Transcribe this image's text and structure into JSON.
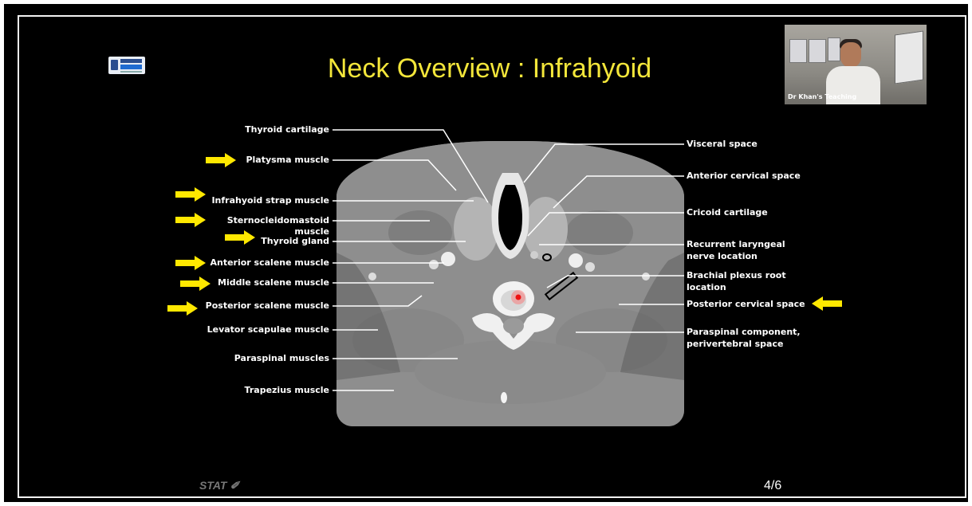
{
  "slide": {
    "title": "Neck Overview : Infrahyoid",
    "page_indicator": "4/6",
    "footer_brand": "STAT"
  },
  "webcam": {
    "caption": "Dr Khan's Teaching"
  },
  "labels_left": [
    {
      "id": "thyroid-cartilage",
      "text": "Thyroid cartilage"
    },
    {
      "id": "platysma",
      "text": "Platysma muscle"
    },
    {
      "id": "infrahyoid-strap",
      "text": "Infrahyoid strap muscle"
    },
    {
      "id": "sternocleidomastoid",
      "text": "Sternocleidomastoid"
    },
    {
      "id": "sternocleidomastoid-2",
      "text": "muscle"
    },
    {
      "id": "thyroid-gland",
      "text": "Thyroid gland"
    },
    {
      "id": "anterior-scalene",
      "text": "Anterior scalene muscle"
    },
    {
      "id": "middle-scalene",
      "text": "Middle scalene muscle"
    },
    {
      "id": "posterior-scalene",
      "text": "Posterior scalene muscle"
    },
    {
      "id": "levator-scapulae",
      "text": "Levator scapulae muscle"
    },
    {
      "id": "paraspinal-muscles",
      "text": "Paraspinal muscles"
    },
    {
      "id": "trapezius",
      "text": "Trapezius muscle"
    }
  ],
  "labels_right": [
    {
      "id": "visceral-space",
      "text": "Visceral space"
    },
    {
      "id": "anterior-cervical",
      "text": "Anterior cervical space"
    },
    {
      "id": "cricoid-cartilage",
      "text": "Cricoid cartilage"
    },
    {
      "id": "recurrent-laryngeal",
      "text": "Recurrent laryngeal"
    },
    {
      "id": "recurrent-laryngeal-2",
      "text": "nerve location"
    },
    {
      "id": "brachial-plexus",
      "text": "Brachial plexus root"
    },
    {
      "id": "brachial-plexus-2",
      "text": "location"
    },
    {
      "id": "posterior-cervical",
      "text": "Posterior cervical space"
    },
    {
      "id": "paraspinal-component",
      "text": "Paraspinal component,"
    },
    {
      "id": "paraspinal-component-2",
      "text": "perivertebral space"
    }
  ],
  "colors": {
    "title": "#f3e63a",
    "arrow": "#ffe800",
    "background": "#000000"
  },
  "icons": {
    "arrow": "yellow-arrow-icon",
    "logo": "teaching-logo-icon",
    "laser": "laser-pointer-icon"
  }
}
